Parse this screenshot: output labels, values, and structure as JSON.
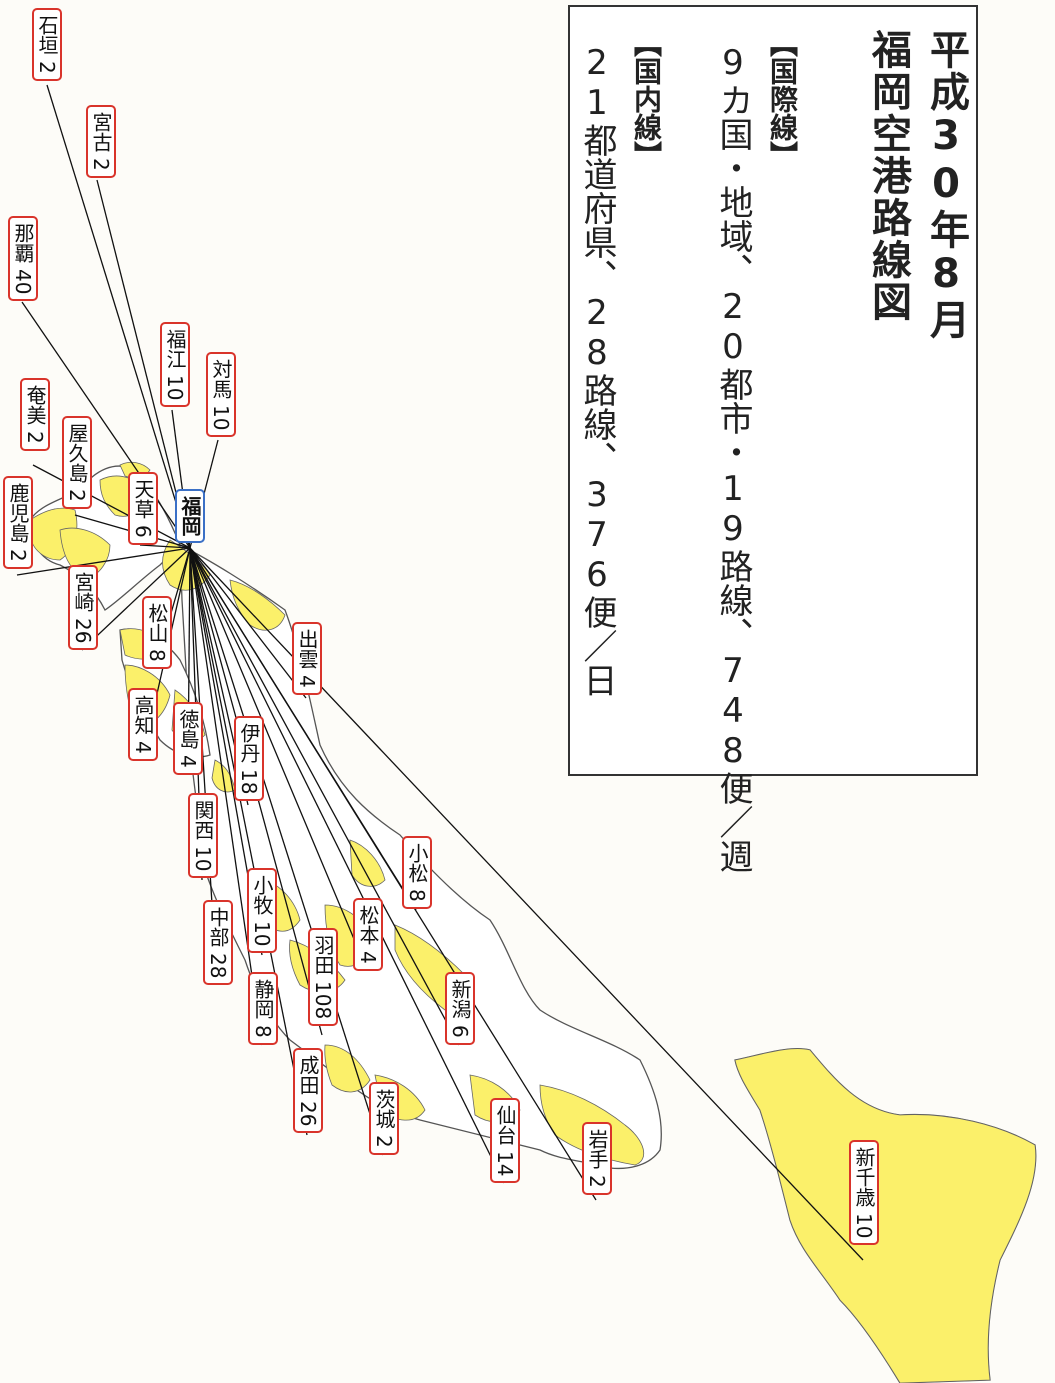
{
  "title_line1": "平成30年8月",
  "title_line2": "福岡空港路線図",
  "international": {
    "heading": "【国際線】",
    "summary": "9カ国・地域、20都市・19路線、748便／週"
  },
  "domestic": {
    "heading": "【国内線】",
    "summary": "21都道府県、28路線、376便／日"
  },
  "colors": {
    "served_prefecture": "#fbf06a",
    "label_border": "#d9342b",
    "hub_border": "#3b70c6",
    "route_line": "#111111"
  },
  "hub": "福岡",
  "routes": [
    {
      "name": "石垣",
      "count": "2"
    },
    {
      "name": "宮古",
      "count": "2"
    },
    {
      "name": "那覇",
      "count": "40"
    },
    {
      "name": "福江",
      "count": "10"
    },
    {
      "name": "対馬",
      "count": "10"
    },
    {
      "name": "奄美",
      "count": "2"
    },
    {
      "name": "屋久島",
      "count": "2"
    },
    {
      "name": "天草",
      "count": "6"
    },
    {
      "name": "鹿児島",
      "count": "2"
    },
    {
      "name": "宮崎",
      "count": "26"
    },
    {
      "name": "松山",
      "count": "8"
    },
    {
      "name": "高知",
      "count": "4"
    },
    {
      "name": "徳島",
      "count": "4"
    },
    {
      "name": "出雲",
      "count": "4"
    },
    {
      "name": "伊丹",
      "count": "18"
    },
    {
      "name": "関西",
      "count": "10"
    },
    {
      "name": "中部",
      "count": "28"
    },
    {
      "name": "小牧",
      "count": "10"
    },
    {
      "name": "静岡",
      "count": "8"
    },
    {
      "name": "小松",
      "count": "8"
    },
    {
      "name": "松本",
      "count": "4"
    },
    {
      "name": "羽田",
      "count": "108"
    },
    {
      "name": "新潟",
      "count": "6"
    },
    {
      "name": "成田",
      "count": "26"
    },
    {
      "name": "茨城",
      "count": "2"
    },
    {
      "name": "仙台",
      "count": "14"
    },
    {
      "name": "岩手",
      "count": "2"
    },
    {
      "name": "新千歳",
      "count": "10"
    }
  ]
}
